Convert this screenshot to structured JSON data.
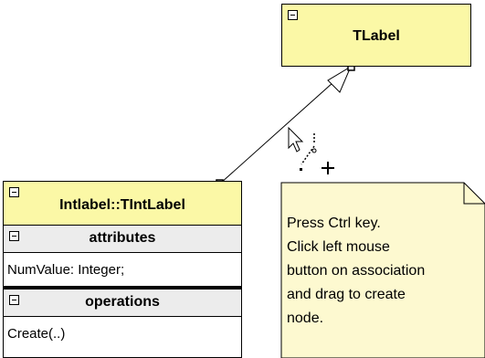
{
  "classes": {
    "tlabel": {
      "name": "TLabel"
    },
    "tintlabel": {
      "name": "Intlabel::TIntLabel",
      "attributes_title": "attributes",
      "attributes": [
        "NumValue: Integer;"
      ],
      "operations_title": "operations",
      "operations": [
        "Create(..)"
      ]
    }
  },
  "note": {
    "lines": [
      "Press Ctrl key.",
      "Click left mouse",
      "button on association",
      "and drag to create",
      "node."
    ]
  },
  "colors": {
    "class_fill": "#fbf8a6",
    "note_fill": "#fdf9d0",
    "compartment_fill": "#ececec",
    "line": "#000000"
  },
  "icons": [
    "collapse-icon",
    "mouse-cursor-icon",
    "add-node-cursor-icon"
  ]
}
